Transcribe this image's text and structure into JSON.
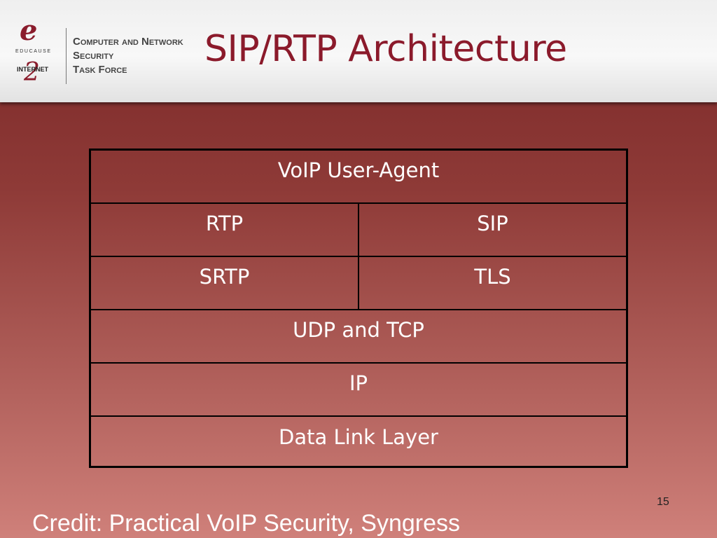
{
  "header": {
    "logo": {
      "e_glyph": "e",
      "educause": "EDUCAUSE",
      "internet": "INTERNET",
      "two_glyph": "2",
      "lines": [
        "Computer and Network",
        "Security",
        "Task Force"
      ]
    },
    "title": "SIP/RTP Architecture"
  },
  "stack": {
    "rows": [
      {
        "cells": [
          "VoIP User-Agent"
        ]
      },
      {
        "cells": [
          "RTP",
          "SIP"
        ]
      },
      {
        "cells": [
          "SRTP",
          "TLS"
        ]
      },
      {
        "cells": [
          "UDP and TCP"
        ]
      },
      {
        "cells": [
          "IP"
        ]
      },
      {
        "cells": [
          "Data Link Layer"
        ]
      }
    ]
  },
  "footer": {
    "page_number": "15",
    "credit": "Credit: Practical VoIP Security, Syngress"
  },
  "colors": {
    "title": "#8b1a2b",
    "background_top": "#7a2727",
    "background_bottom": "#cf807a",
    "cell_text": "#ffffff"
  }
}
